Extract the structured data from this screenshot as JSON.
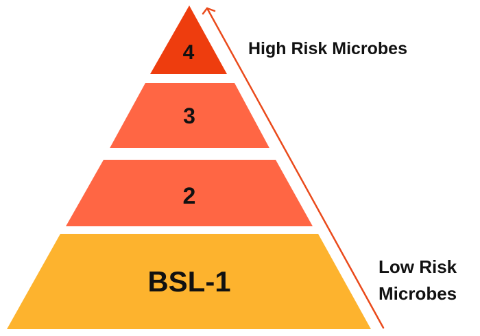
{
  "pyramid": {
    "tiers": [
      {
        "label": "4",
        "color": "#EE3D0E"
      },
      {
        "label": "3",
        "color": "#FF6644"
      },
      {
        "label": "2",
        "color": "#FF6644"
      },
      {
        "label": "BSL-1",
        "color": "#FDB32E"
      }
    ]
  },
  "labels": {
    "high_risk": "High Risk Microbes",
    "low_risk_line1": "Low Risk",
    "low_risk_line2": "Microbes"
  },
  "arrow": {
    "color": "#EA4A1B",
    "direction": "up"
  }
}
